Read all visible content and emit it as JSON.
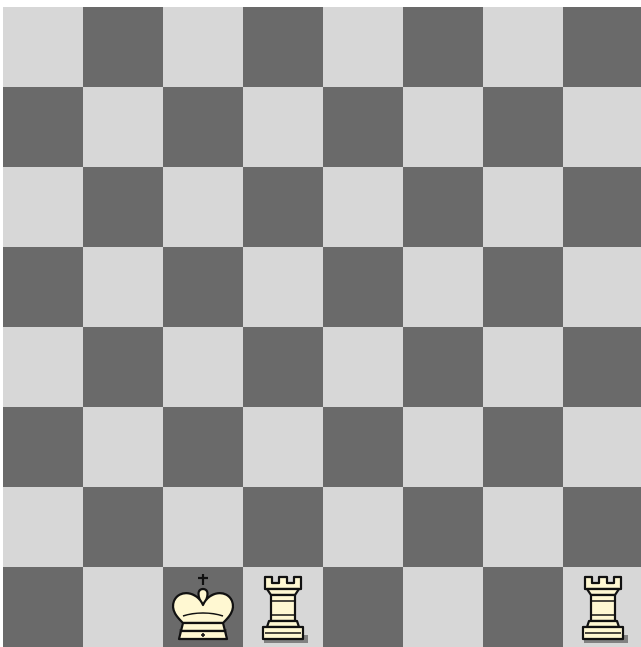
{
  "board": {
    "light_color": "#d7d7d7",
    "dark_color": "#6a6a6a",
    "top_left_square": "light",
    "pieces": [
      {
        "type": "king",
        "color": "white",
        "square": "c1",
        "icon": "white-king-icon"
      },
      {
        "type": "rook",
        "color": "white",
        "square": "d1",
        "icon": "white-rook-icon"
      },
      {
        "type": "rook",
        "color": "white",
        "square": "h1",
        "icon": "white-rook-icon"
      }
    ]
  },
  "piece_colors": {
    "fill": "#fff8d2",
    "stroke": "#111111",
    "shadow": "#3a3a3a"
  }
}
